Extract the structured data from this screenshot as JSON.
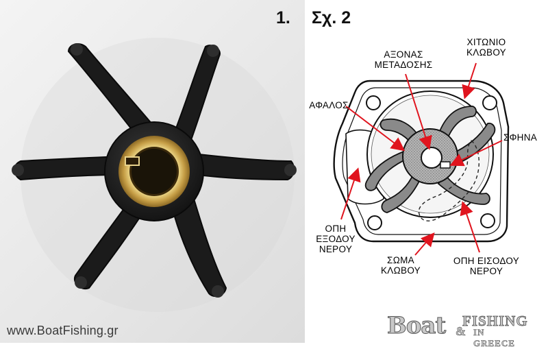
{
  "header": {
    "step_number": "1.",
    "figure_label": "Σχ. 2"
  },
  "labels": {
    "shaft_line1": "ΑΞΟΝΑΣ",
    "shaft_line2": "ΜΕΤΑΔΟΣΗΣ",
    "housing_coat_line1": "ΧΙΤΩΝΙΟ",
    "housing_coat_line2": "ΚΛΩΒΟΥ",
    "impeller": "ΑΦΑΛΟΣ",
    "key": "ΣΦΗΝΑ",
    "water_outlet_line1": "ΟΠΗ",
    "water_outlet_line2": "ΕΞΟΔΟΥ",
    "water_outlet_line3": "ΝΕΡΟΥ",
    "housing_body_line1": "ΣΩΜΑ",
    "housing_body_line2": "ΚΛΩΒΟΥ",
    "water_inlet_line1": "ΟΠΗ ΕΙΣΟΔΟΥ",
    "water_inlet_line2": "ΝΕΡΟΥ"
  },
  "watermark": {
    "site_url": "www.BoatFishing.gr",
    "logo_boat": "Boat",
    "logo_amp": "&",
    "logo_fishing": "FISHING",
    "logo_greece": "IN GREECE"
  },
  "colors": {
    "arrow": "#e0141e",
    "impeller_rubber": "#1c1c1c",
    "bushing_brass": "#c9a54a",
    "diagram_gray": "#8a8a8a"
  },
  "icons": {
    "photo": "impeller-photo",
    "diagram": "water-pump-cross-section"
  }
}
